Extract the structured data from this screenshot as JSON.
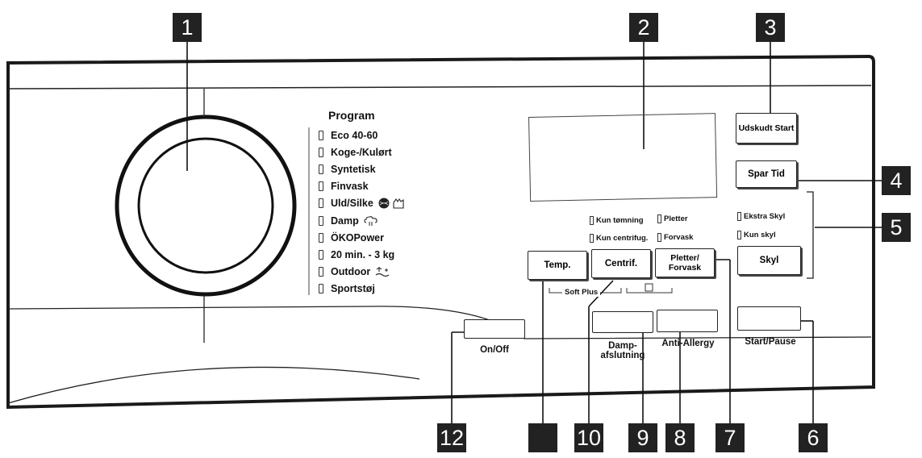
{
  "callouts": [
    "1",
    "2",
    "3",
    "4",
    "5",
    "",
    "7",
    "8",
    "9",
    "10",
    "12",
    "6"
  ],
  "program": {
    "title": "Program",
    "items": [
      "Eco 40-60",
      "Koge-/Kulørt",
      "Syntetisk",
      "Finvask",
      "Uld/Silke",
      "Damp",
      "ÖKOPower",
      "20 min. - 3 kg",
      "Outdoor",
      "Sportstøj"
    ]
  },
  "buttons": {
    "udskudt_start": "Udskudt Start",
    "spar_tid": "Spar Tid",
    "skyl": "Skyl",
    "temp": "Temp.",
    "centrif": "Centrif.",
    "pletter_forvask": "Pletter/ Forvask",
    "on_off": "On/Off",
    "damp_afslutning": "Damp- afslutning",
    "anti_allergy": "Anti-Allergy",
    "start_pause": "Start/Pause"
  },
  "options": {
    "kun_tomning": "Kun tømning",
    "pletter": "Pletter",
    "kun_centrifug": "Kun centrifug.",
    "forvask": "Forvask",
    "ekstra_skyl": "Ekstra Skyl",
    "kun_skyl": "Kun skyl"
  },
  "soft_plus": "Soft Plus",
  "colors": {
    "ink": "#222222",
    "callout_bg": "#222222",
    "callout_text": "#ffffff",
    "background": "#ffffff"
  }
}
